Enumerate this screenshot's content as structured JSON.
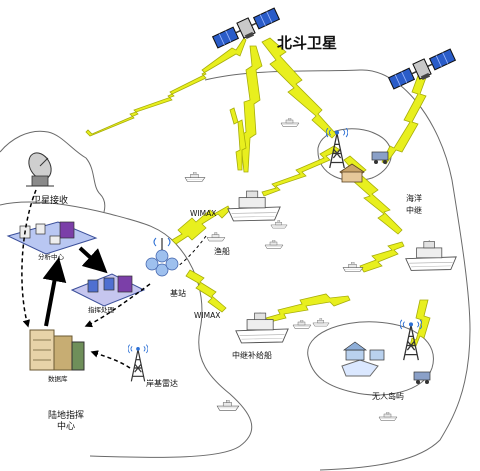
{
  "title": "北斗卫星",
  "labels": {
    "satellite_receive": "卫星接收",
    "analysis_center": "分析中心",
    "command_processing": "指挥处理",
    "database": "数据库",
    "land_command_line1": "陆地指挥",
    "land_command_line2": "中心",
    "base_station": "基站",
    "wimax_top": "WIMAX",
    "wimax_bottom": "WIMAX",
    "fishing_boat": "渔船",
    "relay_supply_ship": "中继补给船",
    "ocean_relay_line1": "海洋",
    "ocean_relay_line2": "中继",
    "unmanned_island": "无人岛屿",
    "coastal_radar": "岸基雷达"
  },
  "colors": {
    "lightning": "#e8ef1e",
    "lightning_stroke": "#a7ad0a",
    "outline": "#555555",
    "link_solid": "#000000"
  }
}
